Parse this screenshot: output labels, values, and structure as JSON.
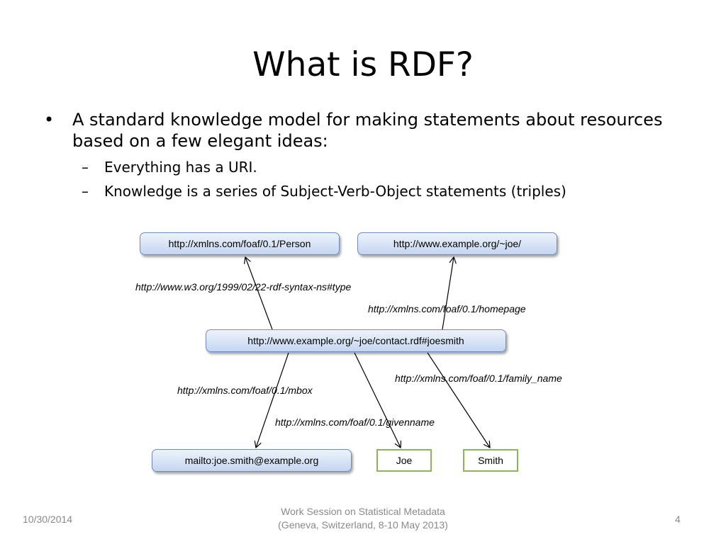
{
  "slide": {
    "title": "What is RDF?",
    "bullet_symbol": "•",
    "bullet": "A standard knowledge model for making statements about resources based on a few elegant ideas:",
    "dash_symbol": "–",
    "sub_bullets": [
      "Everything has a URI.",
      "Knowledge is a series of Subject-Verb-Object statements (triples)"
    ]
  },
  "diagram": {
    "nodes": {
      "person": "http://xmlns.com/foaf/0.1/Person",
      "homepage_uri": "http://www.example.org/~joe/",
      "subject": "http://www.example.org/~joe/contact.rdf#joesmith",
      "mailbox": "mailto:joe.smith@example.org",
      "given": "Joe",
      "family": "Smith"
    },
    "edges": {
      "type": "http://www.w3.org/1999/02/22-rdf-syntax-ns#type",
      "homepage": "http://xmlns.com/foaf/0.1/homepage",
      "family_name": "http://xmlns.com/foaf/0.1/family_name",
      "mbox": "http://xmlns.com/foaf/0.1/mbox",
      "givenname": "http://xmlns.com/foaf/0.1/givenname"
    },
    "colors": {
      "resource_fill": "#c4d6f2",
      "resource_border": "#6f8cc4",
      "literal_border": "#8db35d"
    }
  },
  "footer": {
    "date": "10/30/2014",
    "event_line1": "Work Session on Statistical Metadata",
    "event_line2": "(Geneva, Switzerland, 8-10 May 2013)",
    "page": "4"
  }
}
